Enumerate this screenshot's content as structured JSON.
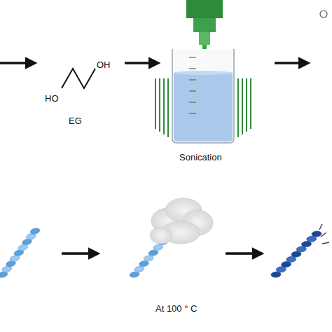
{
  "diagram": {
    "labels": [
      "HO",
      "OH",
      "EG",
      "Sonication",
      "At 100 ° C"
    ]
  }
}
